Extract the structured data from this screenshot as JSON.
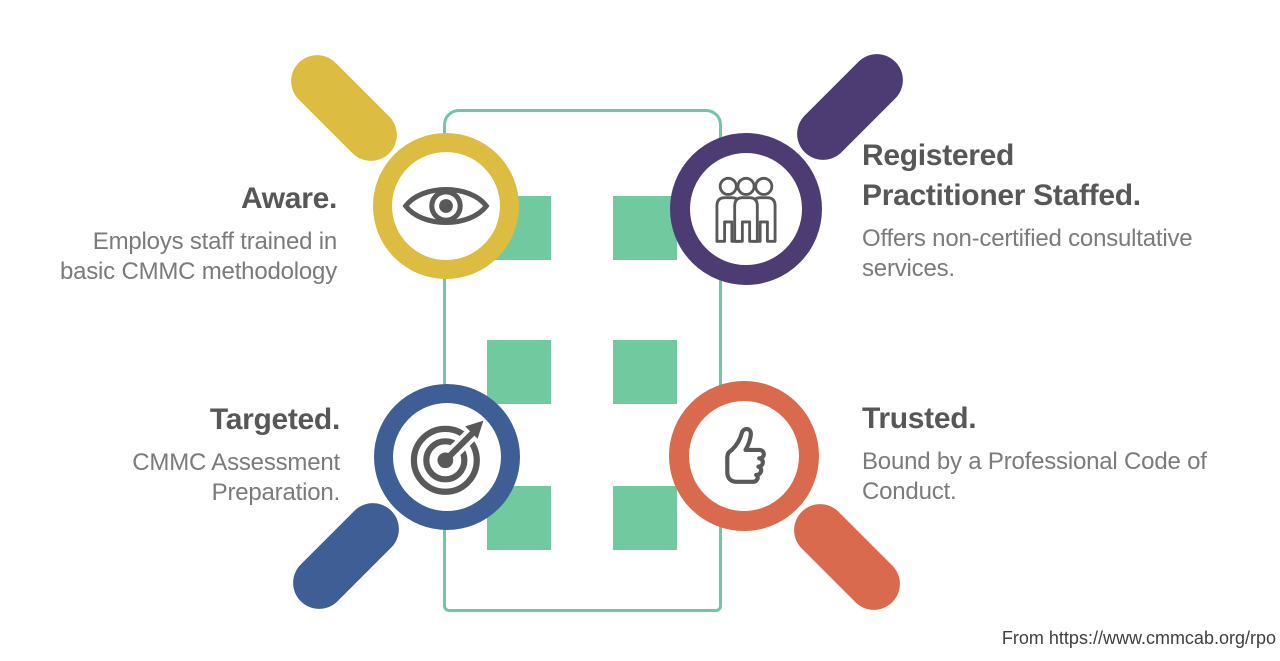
{
  "page": {
    "background": "#ffffff"
  },
  "frame": {
    "border_color": "#6fc7a3",
    "square_color": "#71c9a0",
    "square_count": 6
  },
  "style": {
    "title_color": "#575757",
    "body_color": "#7b7b7b",
    "icon_color": "#595959"
  },
  "items": [
    {
      "id": "aware",
      "icon": "eye-icon",
      "color": "#ddbc42",
      "title_lines": [
        "Aware."
      ],
      "desc_lines": [
        "Employs staff trained in",
        "basic CMMC methodology"
      ]
    },
    {
      "id": "registered-practitioner-staffed",
      "icon": "people-icon",
      "color": "#4d3c73",
      "title_lines": [
        "Registered",
        "Practitioner Staffed."
      ],
      "desc_lines": [
        "Offers non-certified consultative",
        "services."
      ]
    },
    {
      "id": "targeted",
      "icon": "target-icon",
      "color": "#3f5e96",
      "title_lines": [
        "Targeted."
      ],
      "desc_lines": [
        "CMMC Assessment",
        "Preparation."
      ]
    },
    {
      "id": "trusted",
      "icon": "thumbs-up-icon",
      "color": "#d96a4d",
      "title_lines": [
        "Trusted."
      ],
      "desc_lines": [
        "Bound by a Professional Code of",
        "Conduct."
      ]
    }
  ],
  "footer": {
    "text": "From https://www.cmmcab.org/rpo",
    "color": "#3f3f3f"
  }
}
